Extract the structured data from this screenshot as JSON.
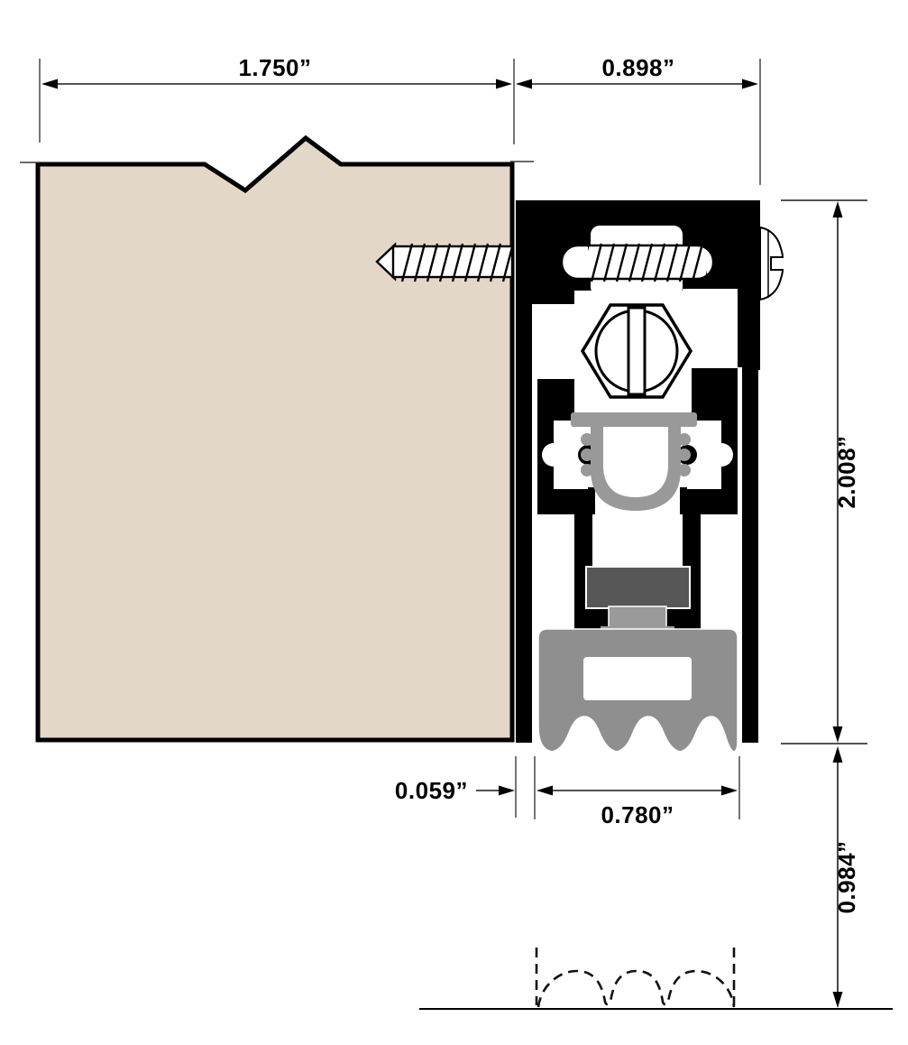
{
  "diagram": {
    "kind": "technical-cross-section",
    "subject": "automatic door bottom seal installed in door edge, shown above finished floor",
    "labels": {
      "dim_door_width": "1.750”",
      "dim_housing_width": "0.898”",
      "dim_housing_height": "2.008”",
      "dim_drop_height": "0.984”",
      "dim_gap": "0.059”",
      "dim_seal_width": "0.780”"
    },
    "colors": {
      "background": "#FFFFFF",
      "door_fill": "#E3D8C7",
      "housing_black": "#000000",
      "seal_gray": "#8F8F8F",
      "insert_gray": "#999999",
      "stem_gray": "#9A9A9A",
      "retainer_block_gray": "#575757",
      "dimension_line": "#1A1A1A"
    }
  }
}
